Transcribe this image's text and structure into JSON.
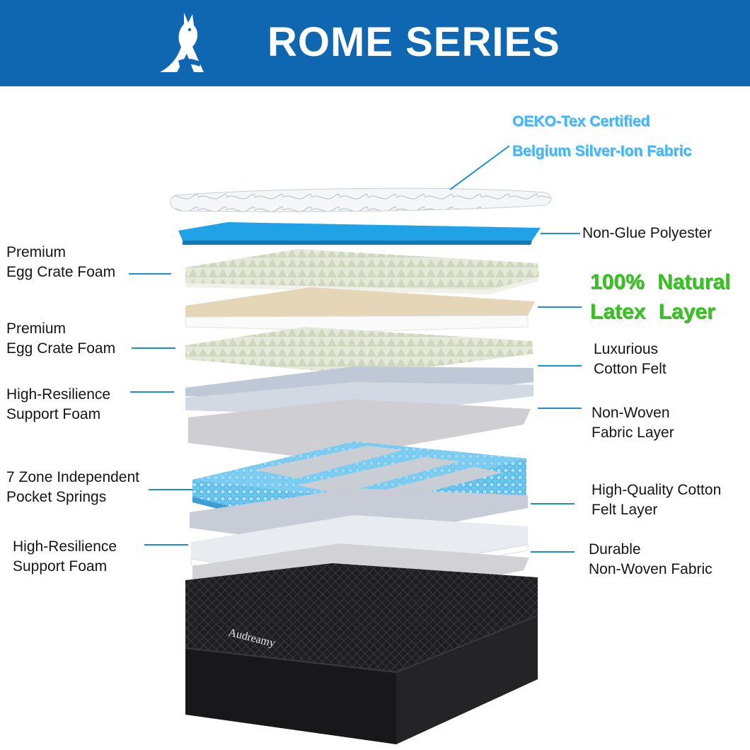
{
  "header": {
    "title": "ROME SERIES",
    "brand_color": "#0f67b1"
  },
  "logo": {
    "icon": "kangaroo-a-logo-icon"
  },
  "mattress": {
    "brand": "Audreamy"
  },
  "highlights": {
    "top_fabric": {
      "line1": "OEKO-Tex Certified",
      "line2": "Belgium Silver-Ion Fabric",
      "color": "#43b6f2"
    },
    "latex": {
      "line1": "100% Natural",
      "line2": "Latex Layer",
      "color": "#35c21f"
    }
  },
  "layers_left": [
    {
      "line1": "Premium",
      "line2": "Egg Crate Foam"
    },
    {
      "line1": "Premium",
      "line2": "Egg Crate Foam"
    },
    {
      "line1": "High-Resilience",
      "line2": "Support Foam"
    },
    {
      "line1": "7 Zone Independent",
      "line2": "Pocket Springs"
    },
    {
      "line1": "High-Resilience",
      "line2": "Support Foam"
    }
  ],
  "layers_right": [
    {
      "line1": "Non-Glue Polyester",
      "line2": ""
    },
    {
      "line1": "Luxurious",
      "line2": "Cotton Felt"
    },
    {
      "line1": "Non-Woven",
      "line2": "Fabric Layer"
    },
    {
      "line1": "High-Quality Cotton",
      "line2": "Felt Layer"
    },
    {
      "line1": "Durable",
      "line2": "Non-Woven Fabric"
    }
  ],
  "colors": {
    "leader_line": "#1a8fd8",
    "spring_blue": "#63c3ee",
    "foam": "#dfe6d3",
    "base": "#1b1b1d"
  }
}
